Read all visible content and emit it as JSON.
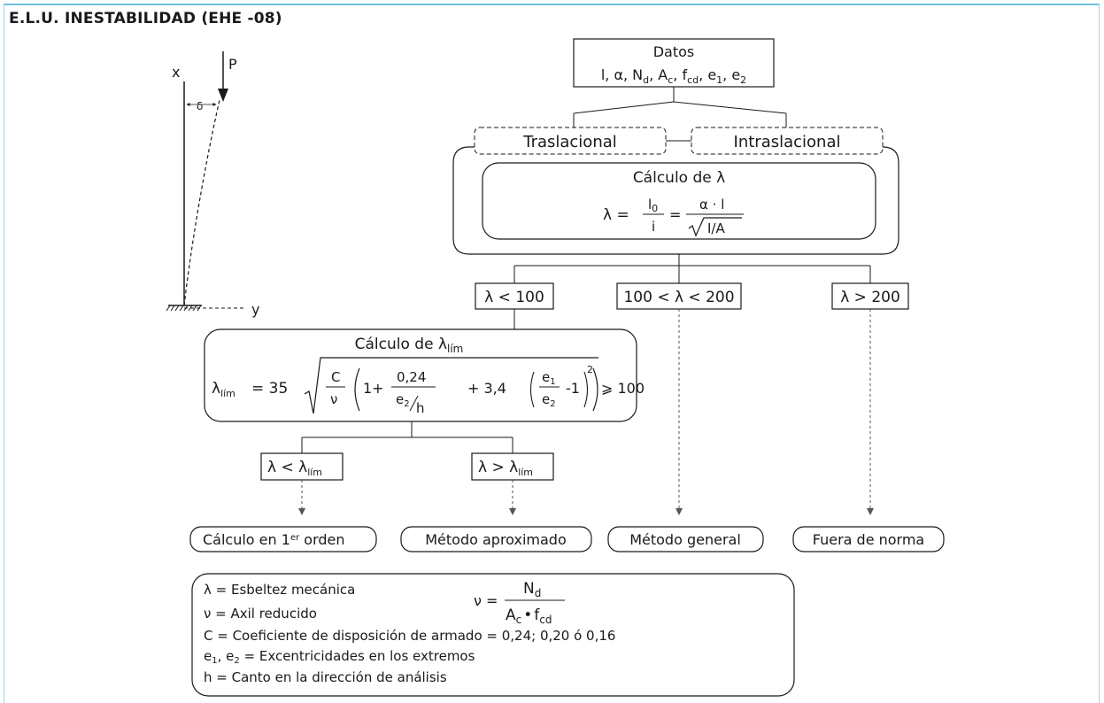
{
  "title": "E.L.U. INESTABILIDAD (EHE -08)",
  "column_sketch": {
    "axis_x": "x",
    "axis_y": "y",
    "load": "P",
    "deflection": "δ"
  },
  "datos": {
    "title": "Datos",
    "vars": [
      {
        "t": "l"
      },
      {
        "t": ", "
      },
      {
        "t": "α"
      },
      {
        "t": ", "
      },
      {
        "t": "N"
      },
      {
        "t": "d",
        "s": "sub"
      },
      {
        "t": ", "
      },
      {
        "t": "A"
      },
      {
        "t": "c",
        "s": "sub"
      },
      {
        "t": ", "
      },
      {
        "t": "f"
      },
      {
        "t": "cd",
        "s": "sub"
      },
      {
        "t": ", "
      },
      {
        "t": "e"
      },
      {
        "t": "1",
        "s": "sub"
      },
      {
        "t": ", "
      },
      {
        "t": "e"
      },
      {
        "t": "2",
        "s": "sub"
      }
    ]
  },
  "traslacional": "Traslacional",
  "intraslacional": "Intraslacional",
  "calculo_lambda": {
    "title": "Cálculo de λ",
    "lhs": "λ =",
    "num1": "l",
    "num1_sub": "0",
    "den1": "i",
    "eq": "=",
    "num2": "α · l",
    "den2": "I/A"
  },
  "ranges": {
    "lt100": "λ < 100",
    "between": "100 < λ < 200",
    "gt200": "λ > 200"
  },
  "calculo_lambda_lim": {
    "title": "Cálculo de λ",
    "title_sub": "lím",
    "lhs": "λ",
    "lhs_sub": "lím",
    "eq35": "= 35",
    "frac_num": "C",
    "frac_den": "ν",
    "one_plus": "1+",
    "inner_num": "0,24",
    "inner_den_e": "e",
    "inner_den_sub": "2",
    "inner_den_h": "h",
    "plus34": "+ 3,4",
    "e1": "e",
    "e1_sub": "1",
    "e2": "e",
    "e2_sub": "2",
    "minus1": "-1",
    "power": "2",
    "rhs": "⩾ 100"
  },
  "lambda_comparisons": {
    "lt": "λ < λ",
    "gt": "λ > λ",
    "sub": "lím"
  },
  "outcomes": {
    "first_order": "Cálculo en 1",
    "first_order_sup": "er",
    "first_order_tail": " orden",
    "approx": "Método aproximado",
    "general": "Método general",
    "out": "Fuera de norma"
  },
  "legend": {
    "line1": "λ = Esbeltez mecánica",
    "line2": "ν = Axil reducido",
    "line3": "C = Coeficiente de disposición de armado = 0,24; 0,20 ó 0,16",
    "line4_a": "e",
    "line4_s1": "1",
    "line4_b": ", e",
    "line4_s2": "2",
    "line4_c": " = Excentricidades en los extremos",
    "line5": "h = Canto en la dirección de análisis",
    "nu_lhs": "ν =",
    "nu_num": "N",
    "nu_num_sub": "d",
    "nu_den_a": "A",
    "nu_den_a_sub": "c",
    "nu_den_dot": "•",
    "nu_den_f": "f",
    "nu_den_f_sub": "cd"
  },
  "colors": {
    "frame": "#6fc0dc",
    "ink": "#1a1a1a",
    "arrow": "#555555"
  }
}
